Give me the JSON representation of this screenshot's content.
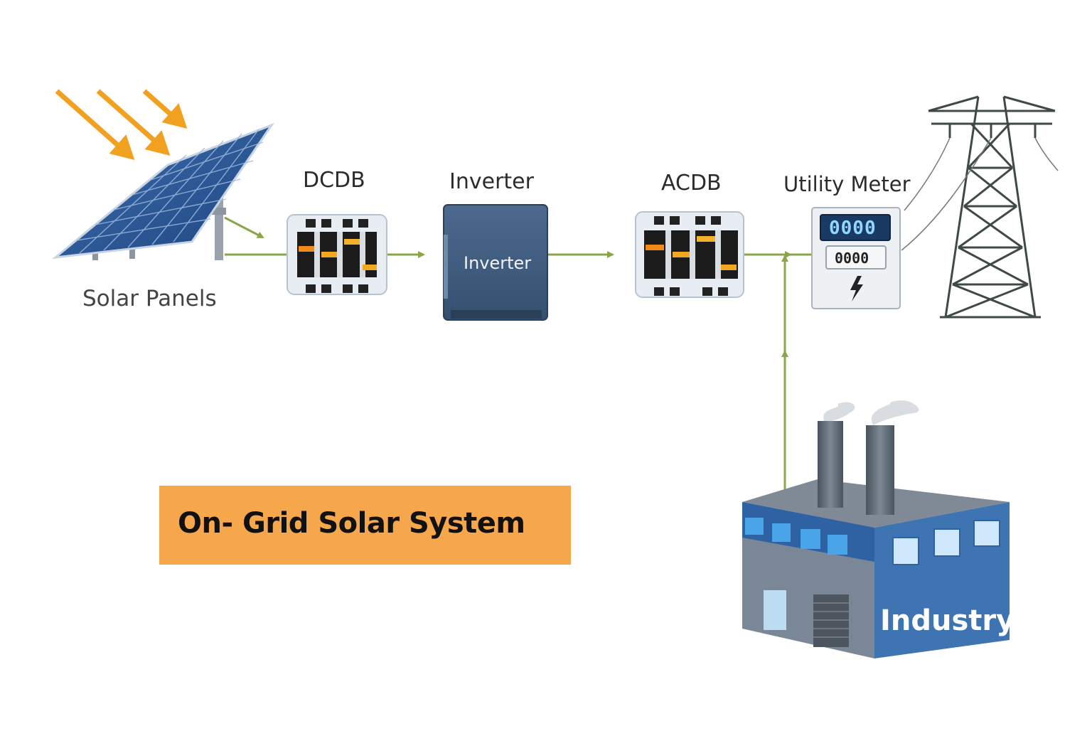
{
  "labels": {
    "solar_panels": "Solar Panels",
    "dcdb": "DCDB",
    "inverter": "Inverter",
    "acdb": "ACDB",
    "utility_meter": "Utility Meter"
  },
  "inverter_face": "Inverter",
  "meter": {
    "digital_readout": "0000",
    "counter": "0000"
  },
  "industry_label": "Industry",
  "title": "On- Grid Solar System",
  "colors": {
    "flow_arrow": "#8ba64a",
    "sun_rays": "#f2a020",
    "title_box": "#f6a64b",
    "panel_blue": "#2f5d9c",
    "inverter_body": "#3e5a7c",
    "factory_blue": "#3f74b3",
    "factory_grey": "#7a8796"
  },
  "icons": [
    "sun-rays-icon",
    "solar-panel-icon",
    "dcdb-icon",
    "inverter-icon",
    "acdb-icon",
    "utility-meter-icon",
    "transmission-tower-icon",
    "factory-icon",
    "lightning-icon"
  ]
}
